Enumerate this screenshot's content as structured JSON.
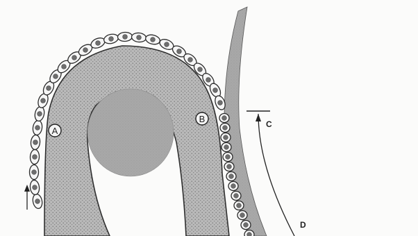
{
  "labels": {
    "a": "A",
    "b": "B",
    "c": "C",
    "d": "D"
  },
  "colors": {
    "background": "#fbfbfa",
    "band_fill": "#b7b7b7",
    "band_stroke": "#333333",
    "core_fill": "#a9a9a9",
    "wall_fill": "#a0a0a0",
    "cell_fill": "#f6f6f6",
    "nucleus_fill": "#6e6e6e",
    "ink": "#2a2a2a"
  }
}
